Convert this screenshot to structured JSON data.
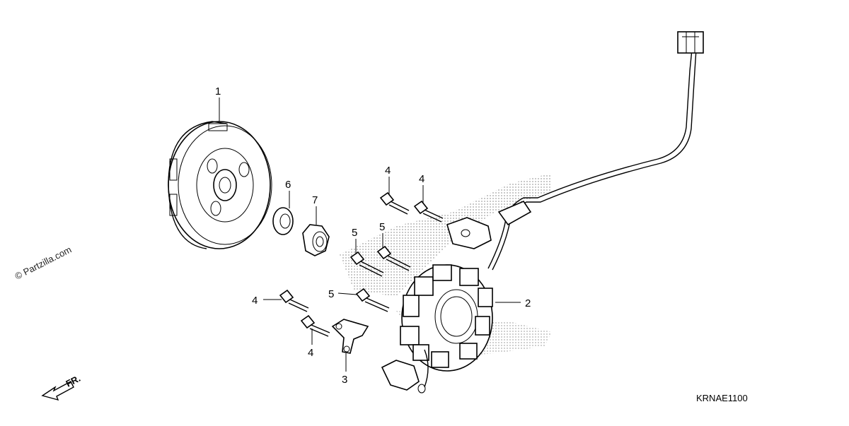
{
  "watermark": "© Partzilla.com",
  "diagram_code": "KRNAE1100",
  "direction_label": "FR.",
  "callouts": [
    {
      "id": "callout-1",
      "text": "1"
    },
    {
      "id": "callout-2",
      "text": "2"
    },
    {
      "id": "callout-3",
      "text": "3"
    },
    {
      "id": "callout-4a",
      "text": "4"
    },
    {
      "id": "callout-4b",
      "text": "4"
    },
    {
      "id": "callout-4c",
      "text": "4"
    },
    {
      "id": "callout-4d",
      "text": "4"
    },
    {
      "id": "callout-5a",
      "text": "5"
    },
    {
      "id": "callout-5b",
      "text": "5"
    },
    {
      "id": "callout-5c",
      "text": "5"
    },
    {
      "id": "callout-6",
      "text": "6"
    },
    {
      "id": "callout-7",
      "text": "7"
    }
  ]
}
